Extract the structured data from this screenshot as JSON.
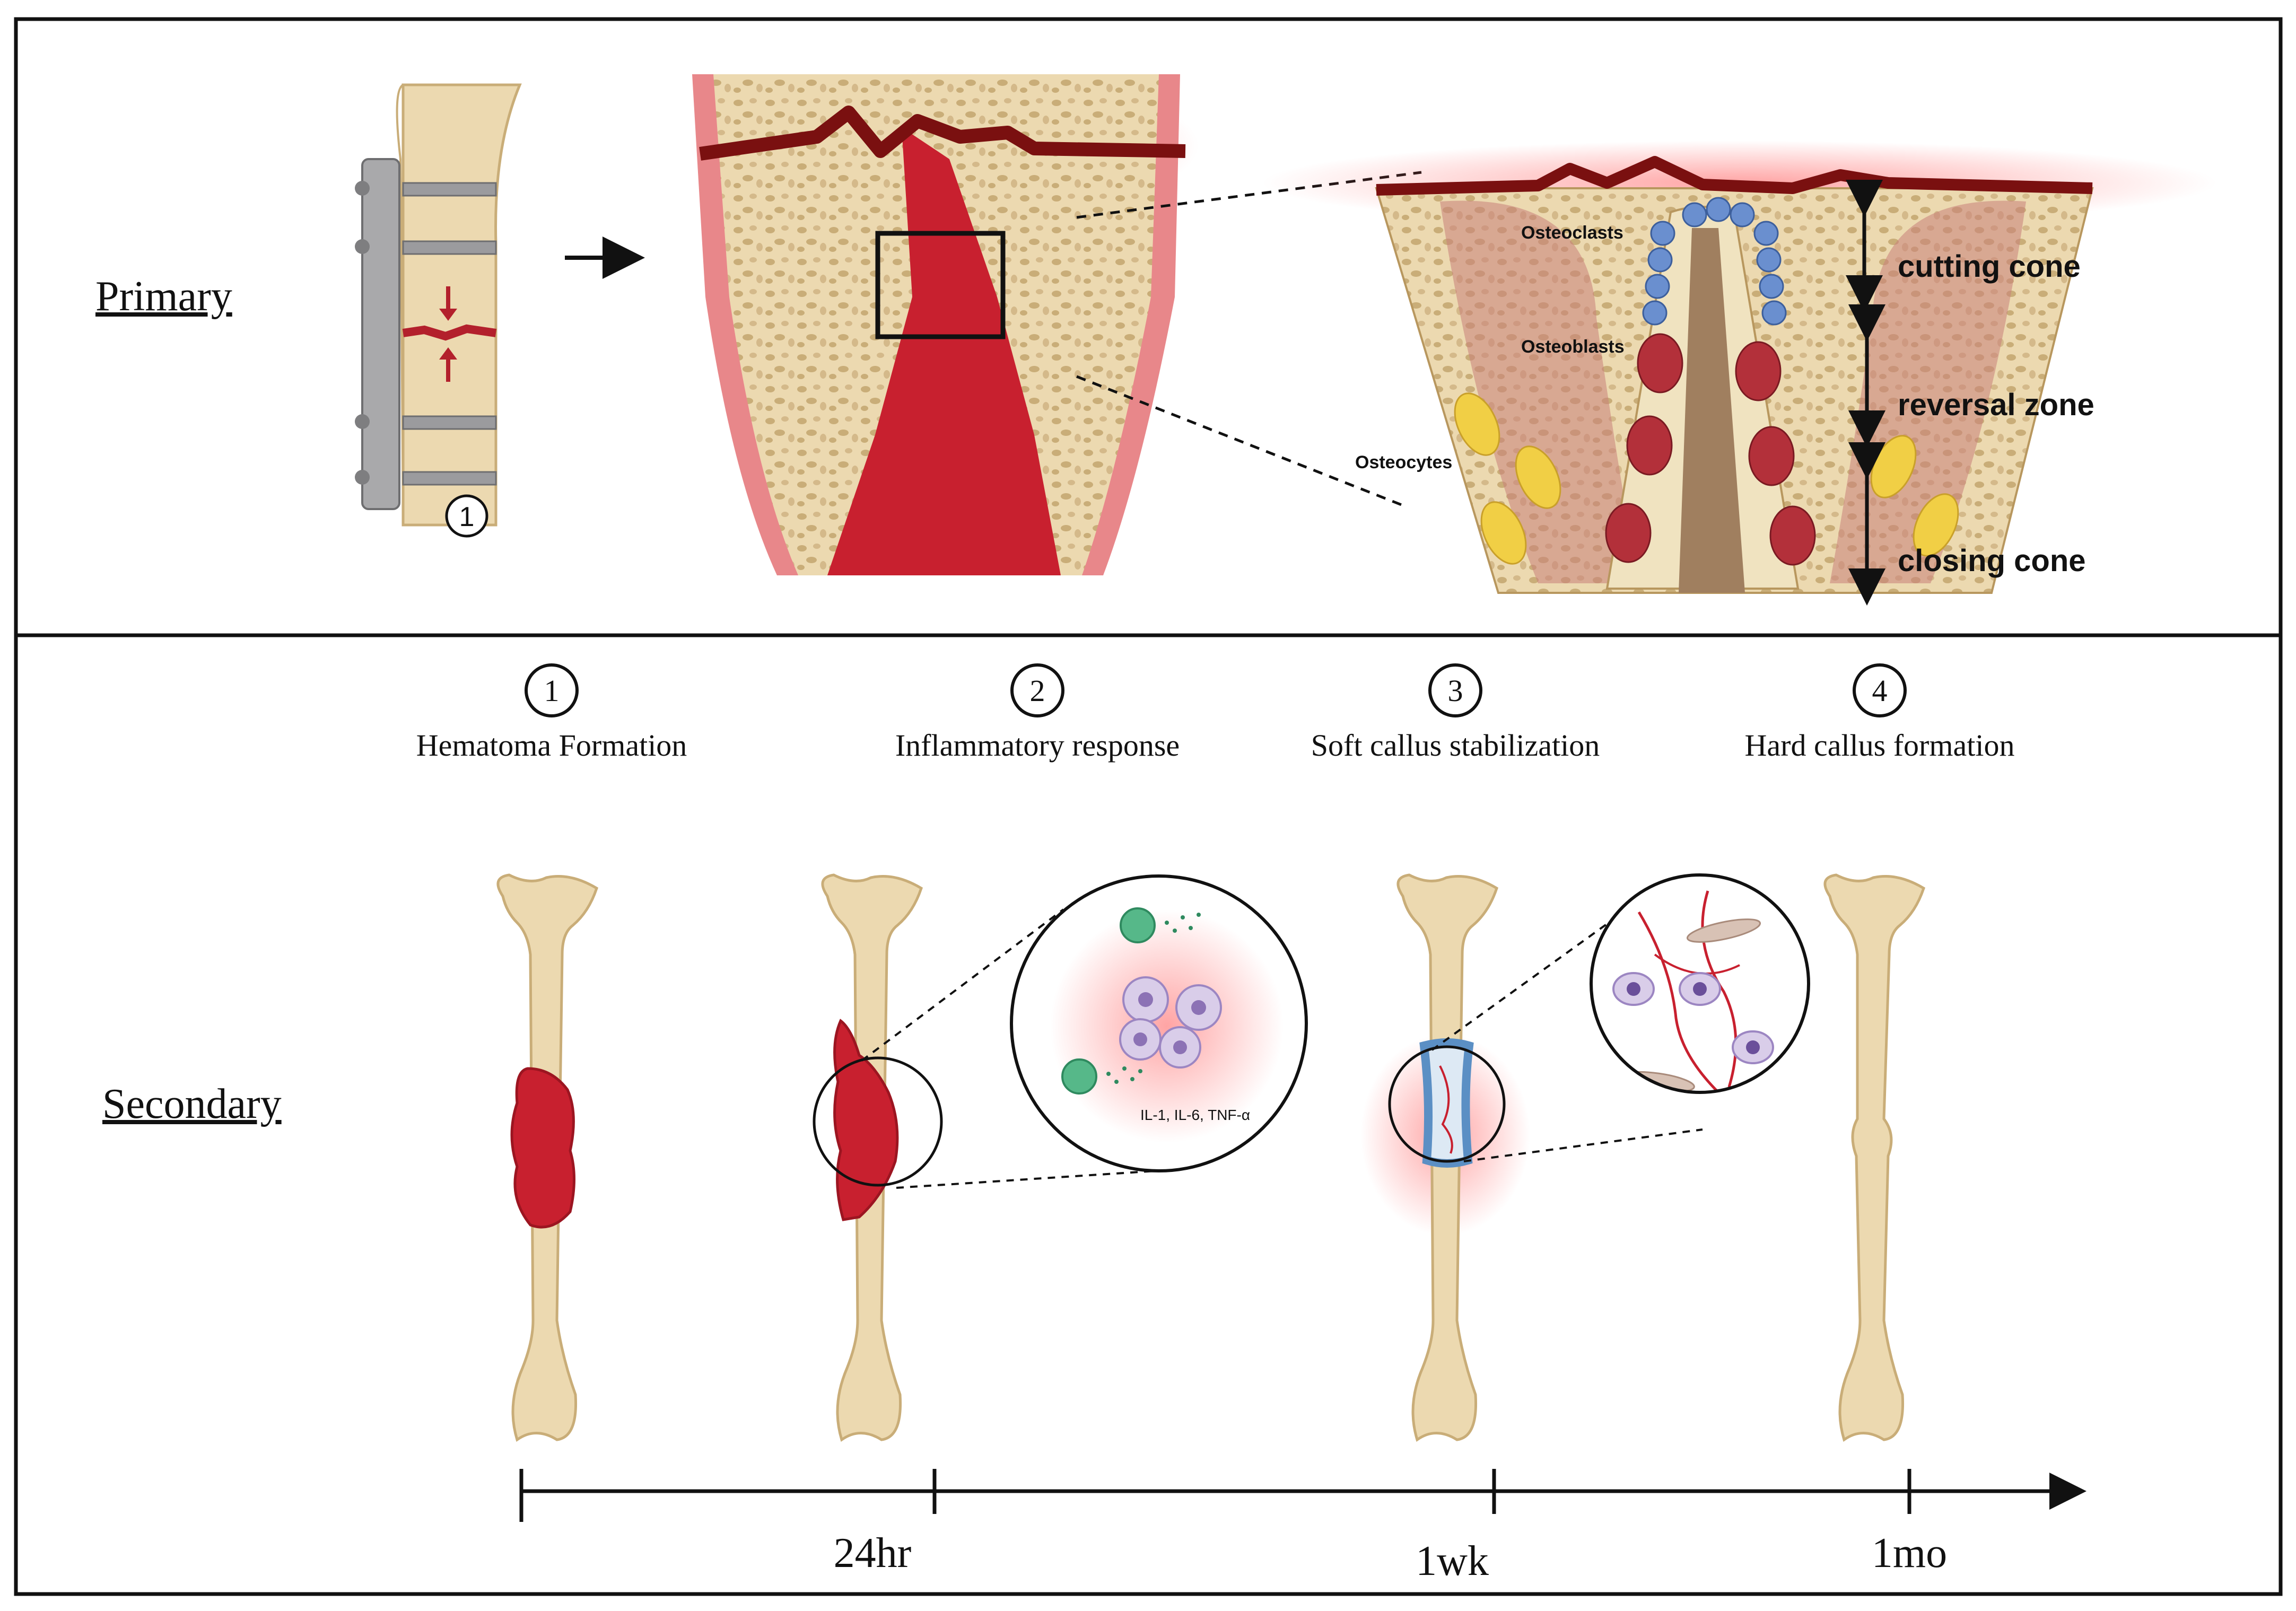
{
  "primary": {
    "title": "Primary",
    "step_marker": "1",
    "labels": {
      "osteoclasts": "Osteoclasts",
      "osteoblasts": "Osteoblasts",
      "osteocytes": "Osteocytes"
    },
    "zones": [
      "cutting cone",
      "reversal zone",
      "closing cone"
    ]
  },
  "secondary": {
    "title": "Secondary",
    "stages": [
      {
        "number": "1",
        "label": "Hematoma Formation"
      },
      {
        "number": "2",
        "label": "Inflammatory response"
      },
      {
        "number": "3",
        "label": "Soft callus stabilization"
      },
      {
        "number": "4",
        "label": "Hard callus formation"
      }
    ],
    "cytokines": "IL-1, IL-6, TNF-α",
    "timeline": [
      "24hr",
      "1wk",
      "1mo"
    ]
  },
  "colors": {
    "border": "#111111",
    "bone": "#ecd9b0",
    "bone_dark": "#c9ad78",
    "blood": "#c8202f",
    "cortex": "#e07b7f",
    "osteoclast": "#6a8fcf",
    "osteoblast": "#b3303a",
    "osteocyte": "#f1cf45",
    "soft_callus": "#5b8fc4",
    "neutrophil": "#56b889",
    "immune_cell": "#b8a6d6"
  }
}
